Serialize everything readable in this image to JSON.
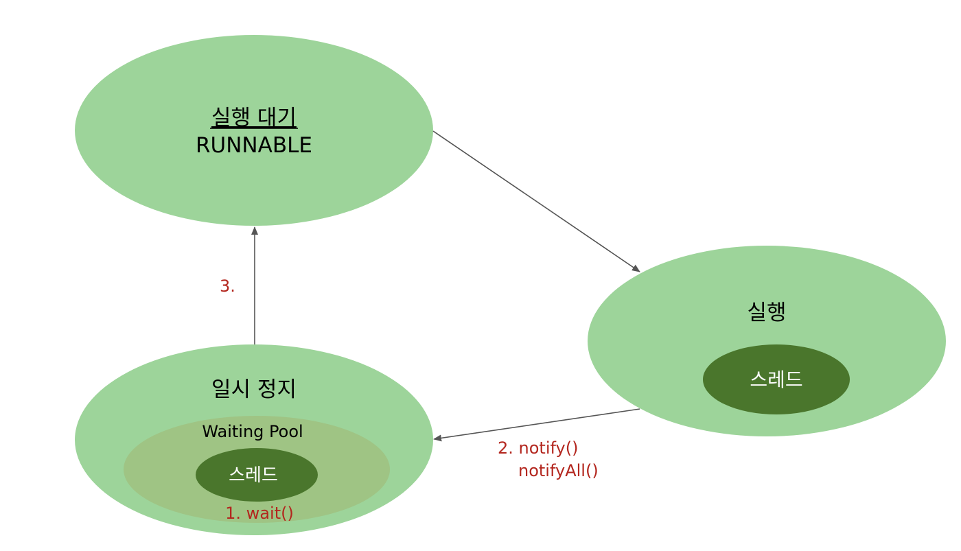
{
  "colors": {
    "node_fill": "#9dd49a",
    "pool_fill": "#9fc484",
    "thread_fill": "#4a762c",
    "arrow": "#555555",
    "label_red": "#b3261e",
    "text_dark": "#000000",
    "text_light": "#ffffff"
  },
  "nodes": {
    "runnable": {
      "title": "실행 대기",
      "subtitle": "RUNNABLE"
    },
    "running": {
      "title": "실행",
      "thread_label": "스레드"
    },
    "paused": {
      "title": "일시 정지",
      "pool_label": "Waiting Pool",
      "thread_label": "스레드"
    }
  },
  "edge_labels": {
    "wait": "1. wait()",
    "notify": "2. notify()",
    "notify_all": "notifyAll()",
    "resume": "3."
  }
}
